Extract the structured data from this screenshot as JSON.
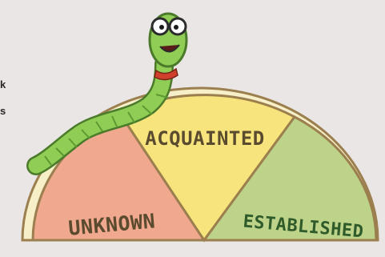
{
  "gauge": {
    "segments": [
      {
        "label": "UNKNOWN",
        "color": "#f0a88e"
      },
      {
        "label": "ACQUAINTED",
        "color": "#f8e47c"
      },
      {
        "label": "ESTABLISHED",
        "color": "#bdd38a"
      }
    ],
    "rim_color": "#f6efc8",
    "outline_color": "#9c7f4e"
  },
  "worm": {
    "body_color": "#8fcd55",
    "stripe_color": "#5c9a32",
    "scarf_color": "#cf3f2c"
  },
  "cropped_edge_text": [
    "k",
    "s"
  ]
}
